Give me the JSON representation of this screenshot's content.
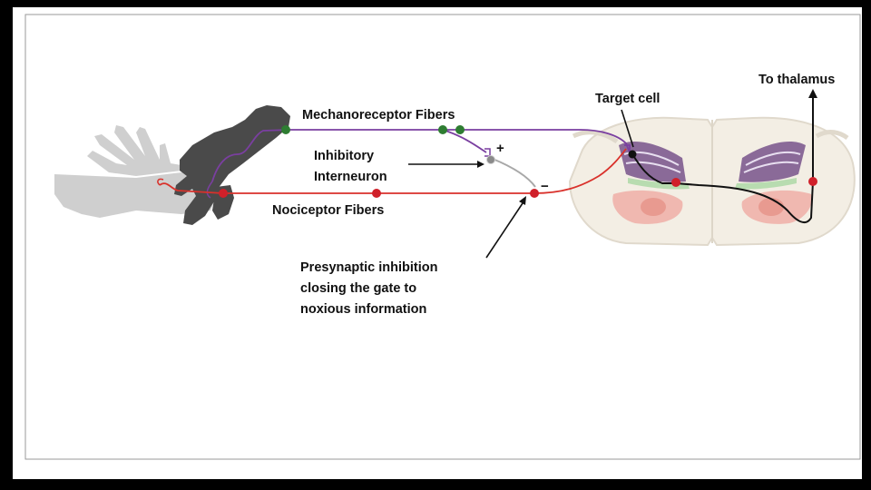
{
  "labels": {
    "mechano": "Mechanoreceptor Fibers",
    "inhibitory_line1": "Inhibitory",
    "inhibitory_line2": "Interneuron",
    "nociceptor": "Nociceptor Fibers",
    "target": "Target cell",
    "thalamus": "To thalamus",
    "presyn_line1": "Presynaptic inhibition",
    "presyn_line2": "closing the gate to",
    "presyn_line3": "noxious information",
    "plus": "+",
    "minus": "−"
  },
  "colors": {
    "mechano_fiber": "#7a3fa0",
    "nociceptor_fiber": "#d9312b",
    "green_node": "#2e7d32",
    "red_node": "#d0202a",
    "interneuron": "#a8a8a8",
    "background_frame": "#000000",
    "panel": "#ffffff"
  },
  "icons": [
    "hand-silhouette",
    "spinal-cord-cross-section",
    "arrow-pointer"
  ]
}
